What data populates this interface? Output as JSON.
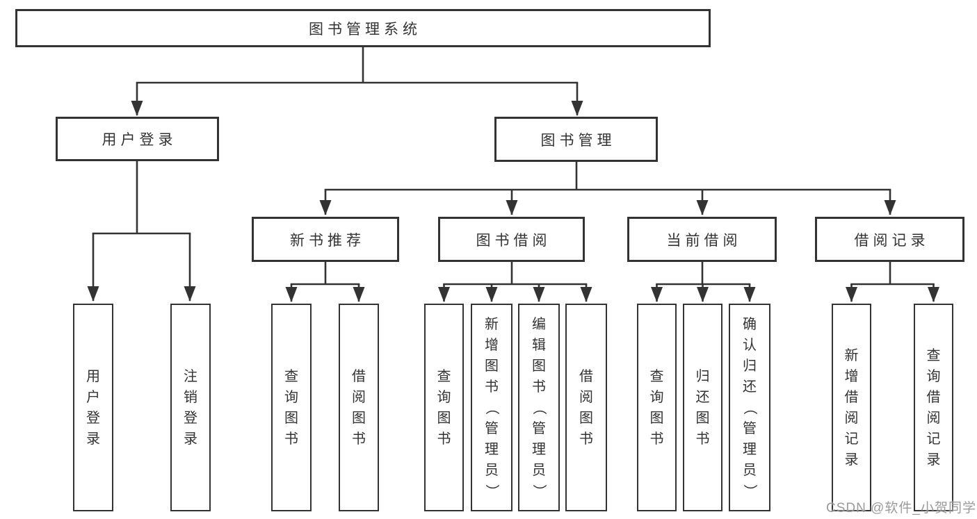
{
  "tree": {
    "root": {
      "label": "图书管理系统",
      "children": [
        {
          "label": "用户登录",
          "children": [
            {
              "label": "用户登录"
            },
            {
              "label": "注销登录"
            }
          ]
        },
        {
          "label": "图书管理",
          "children": [
            {
              "label": "新书推荐",
              "children": [
                {
                  "label": "查询图书"
                },
                {
                  "label": "借阅图书"
                }
              ]
            },
            {
              "label": "图书借阅",
              "children": [
                {
                  "label": "查询图书"
                },
                {
                  "label": "新增图书（管理员）"
                },
                {
                  "label": "编辑图书（管理员）"
                },
                {
                  "label": "借阅图书"
                }
              ]
            },
            {
              "label": "当前借阅",
              "children": [
                {
                  "label": "查询图书"
                },
                {
                  "label": "归还图书"
                },
                {
                  "label": "确认归还（管理员）"
                }
              ]
            },
            {
              "label": "借阅记录",
              "children": [
                {
                  "label": "新增借阅记录"
                },
                {
                  "label": "查询借阅记录"
                }
              ]
            }
          ]
        }
      ]
    }
  },
  "watermark": {
    "text": "CSDN @软件_小贺同学"
  },
  "colors": {
    "line": "#333333",
    "box_border": "#333333",
    "text": "#333333",
    "background": "#ffffff",
    "watermark": "#919191"
  }
}
